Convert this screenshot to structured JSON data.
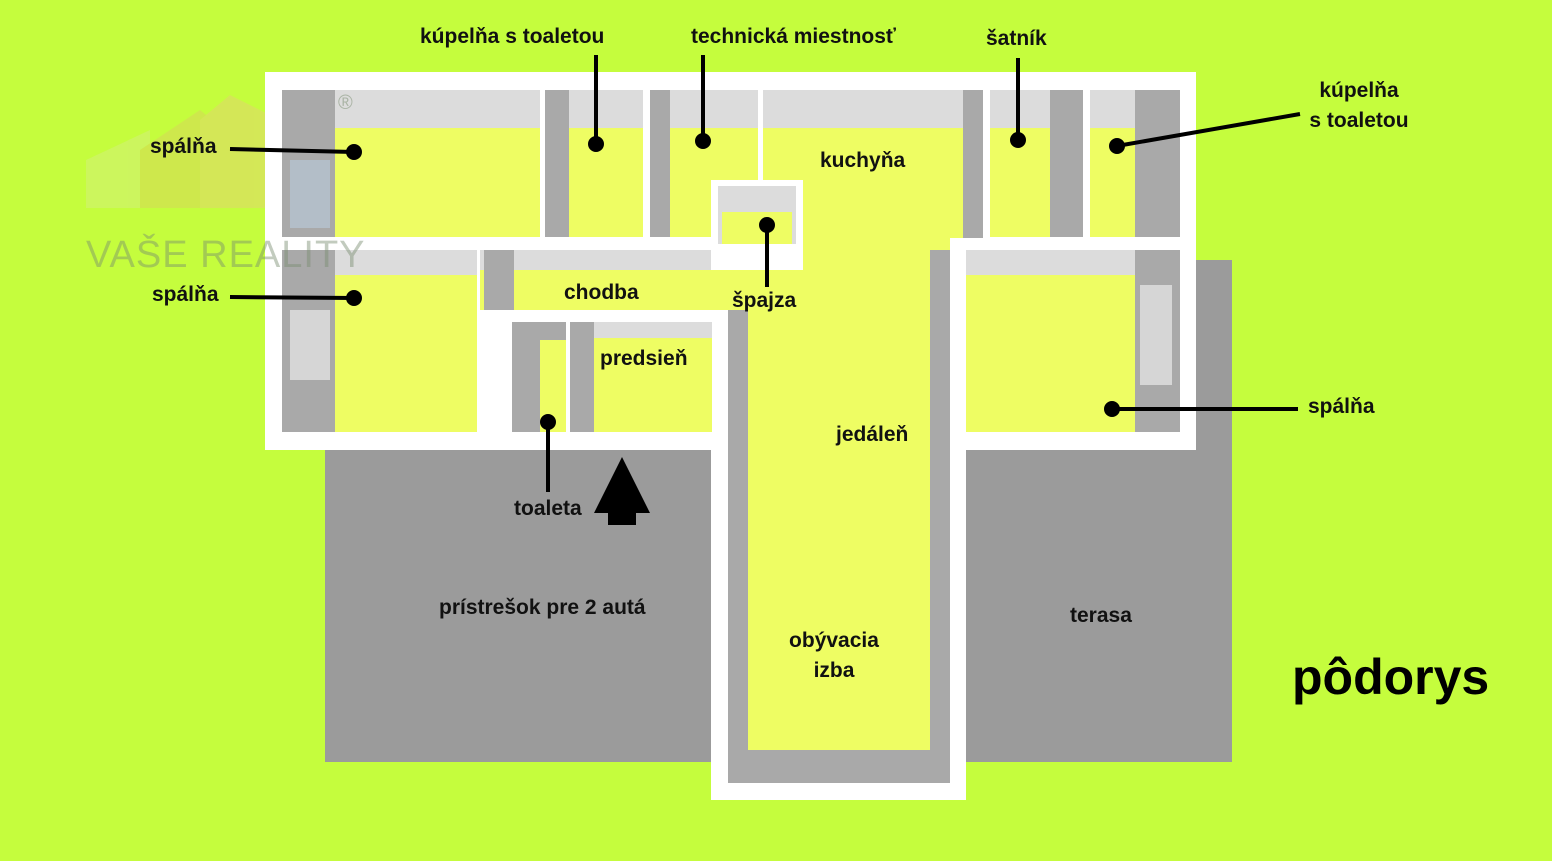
{
  "title": "pôdorys",
  "watermark": {
    "text": "VAŠE REALITY",
    "registered": "®"
  },
  "colors": {
    "background": "#c5fd3d",
    "floor": "#eefd63",
    "wall": "#ffffff",
    "wall_shade": "#a9a9a9",
    "paving": "#9b9b9b"
  },
  "rooms": {
    "spalna_1": "spálňa",
    "spalna_2": "spálňa",
    "spalna_3": "spálňa",
    "kupelna_1": "kúpelňa s toaletou",
    "technicka": "technická miestnosť",
    "satnik": "šatník",
    "kupelna_2_line1": "kúpelňa",
    "kupelna_2_line2": "s toaletou",
    "kuchyna": "kuchyňa",
    "spajza": "špajza",
    "chodba": "chodba",
    "predsien": "predsieň",
    "toaleta": "toaleta",
    "jedalen": "jedáleň",
    "obyvacia_line1": "obývacia",
    "obyvacia_line2": "izba",
    "pristresok": "prístrešok pre 2 autá",
    "terasa": "terasa"
  }
}
